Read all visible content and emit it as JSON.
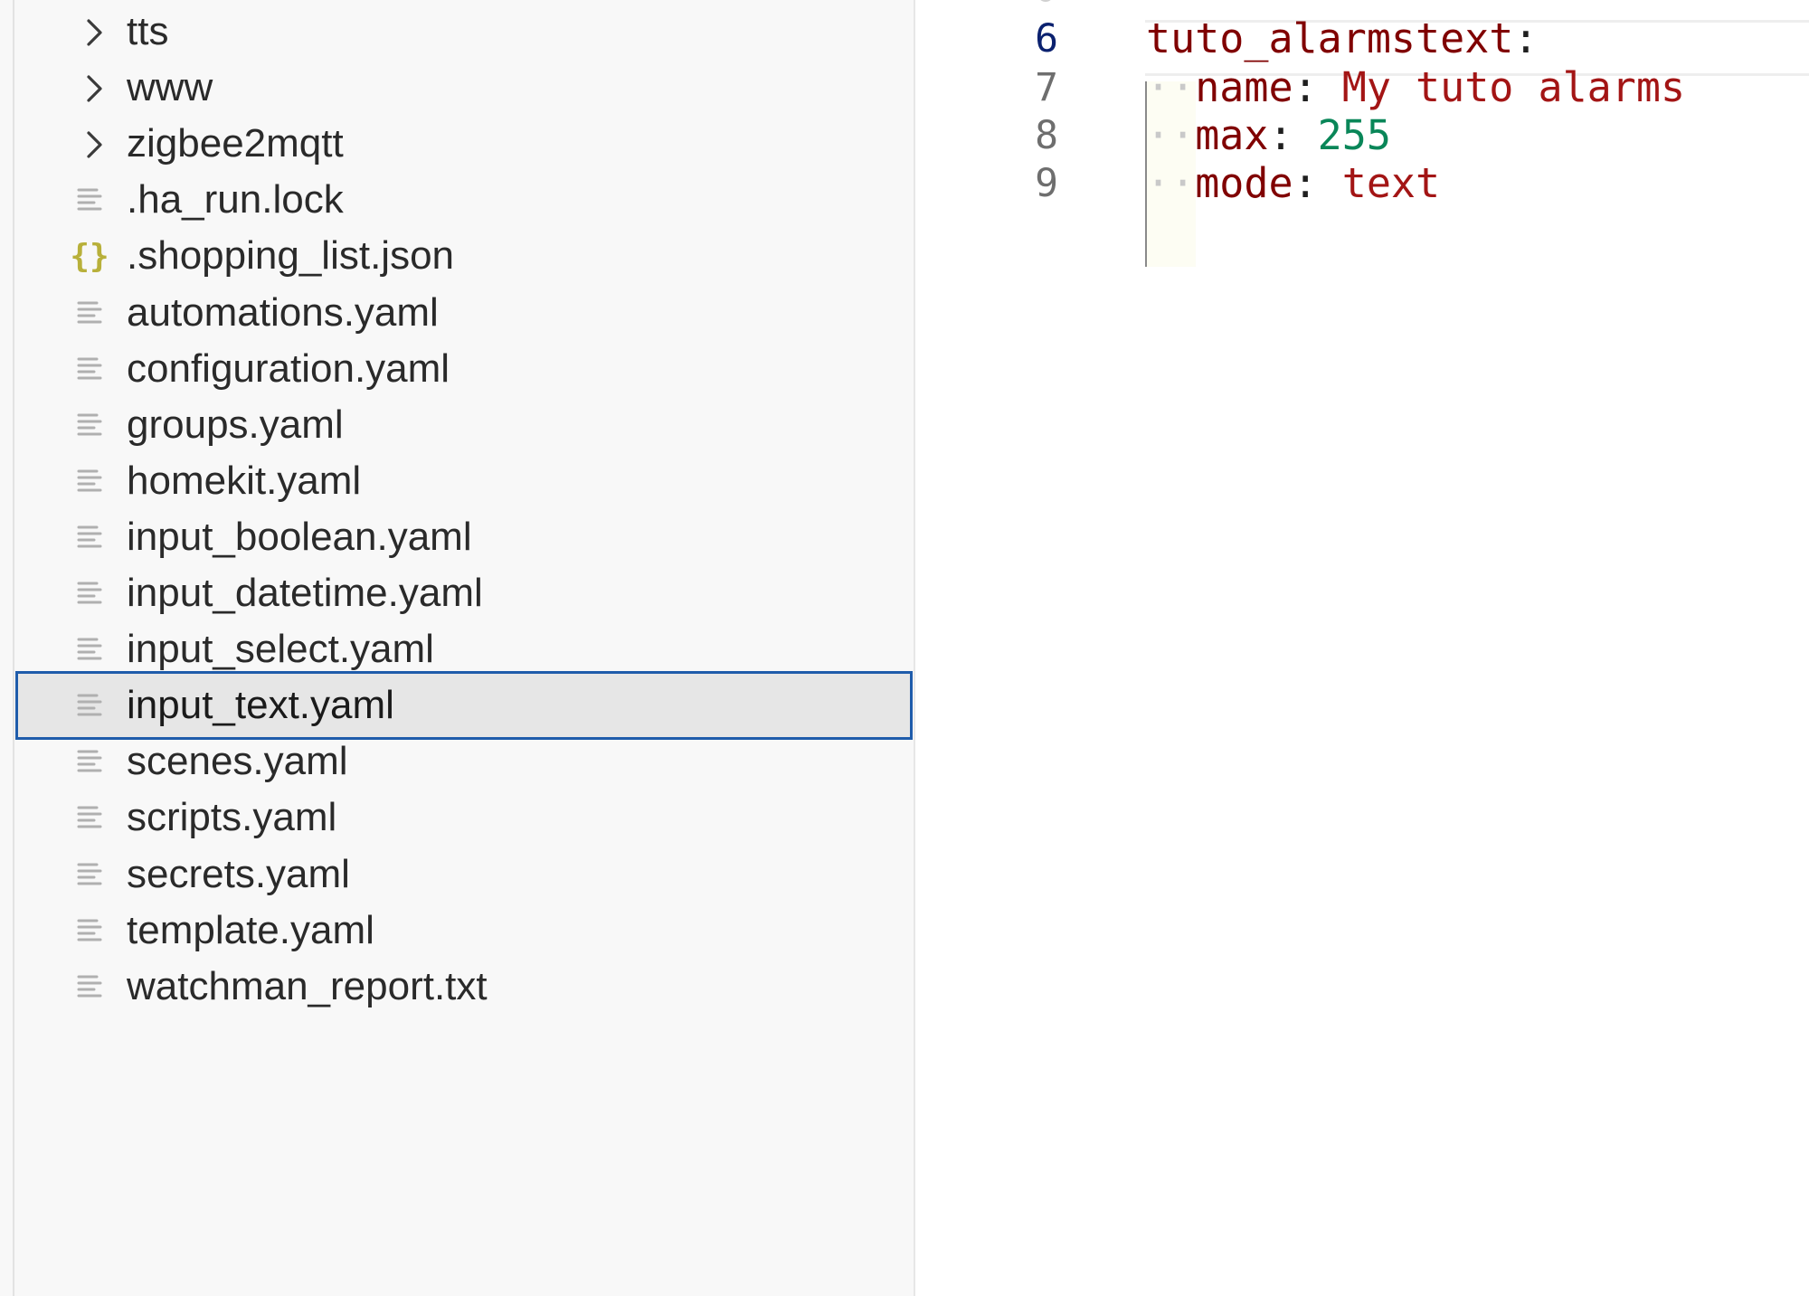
{
  "explorer": {
    "items": [
      {
        "label": "tts",
        "kind": "folder",
        "icon": "chevron-right-icon"
      },
      {
        "label": "www",
        "kind": "folder",
        "icon": "chevron-right-icon"
      },
      {
        "label": "zigbee2mqtt",
        "kind": "folder",
        "icon": "chevron-right-icon"
      },
      {
        "label": ".ha_run.lock",
        "kind": "file",
        "icon": "text-file-icon"
      },
      {
        "label": ".shopping_list.json",
        "kind": "json",
        "icon": "json-file-icon"
      },
      {
        "label": "automations.yaml",
        "kind": "file",
        "icon": "text-file-icon"
      },
      {
        "label": "configuration.yaml",
        "kind": "file",
        "icon": "text-file-icon"
      },
      {
        "label": "groups.yaml",
        "kind": "file",
        "icon": "text-file-icon"
      },
      {
        "label": "homekit.yaml",
        "kind": "file",
        "icon": "text-file-icon"
      },
      {
        "label": "input_boolean.yaml",
        "kind": "file",
        "icon": "text-file-icon"
      },
      {
        "label": "input_datetime.yaml",
        "kind": "file",
        "icon": "text-file-icon"
      },
      {
        "label": "input_select.yaml",
        "kind": "file",
        "icon": "text-file-icon"
      },
      {
        "label": "input_text.yaml",
        "kind": "file",
        "icon": "text-file-icon",
        "selected": true
      },
      {
        "label": "scenes.yaml",
        "kind": "file",
        "icon": "text-file-icon"
      },
      {
        "label": "scripts.yaml",
        "kind": "file",
        "icon": "text-file-icon"
      },
      {
        "label": "secrets.yaml",
        "kind": "file",
        "icon": "text-file-icon"
      },
      {
        "label": "template.yaml",
        "kind": "file",
        "icon": "text-file-icon"
      },
      {
        "label": "watchman_report.txt",
        "kind": "file",
        "icon": "text-file-icon"
      }
    ]
  },
  "editor": {
    "lines": [
      {
        "number": "6",
        "active": true,
        "key": "tuto_alarmstext",
        "colon": ":"
      },
      {
        "number": "7",
        "indent": "··",
        "key": "name",
        "colon": ":",
        "value": "My tuto alarms",
        "value_type": "string"
      },
      {
        "number": "8",
        "indent": "··",
        "key": "max",
        "colon": ":",
        "value": "255",
        "value_type": "number"
      },
      {
        "number": "9",
        "indent": "··",
        "key": "mode",
        "colon": ":",
        "value": "text",
        "value_type": "string"
      }
    ]
  },
  "colors": {
    "selection_border": "#1f5cab",
    "selection_bg": "#e6e6e6",
    "yaml_key": "#800000",
    "yaml_string": "#a31515",
    "yaml_number": "#098658",
    "json_icon": "#b8b03a",
    "active_line_number": "#0b216f"
  }
}
